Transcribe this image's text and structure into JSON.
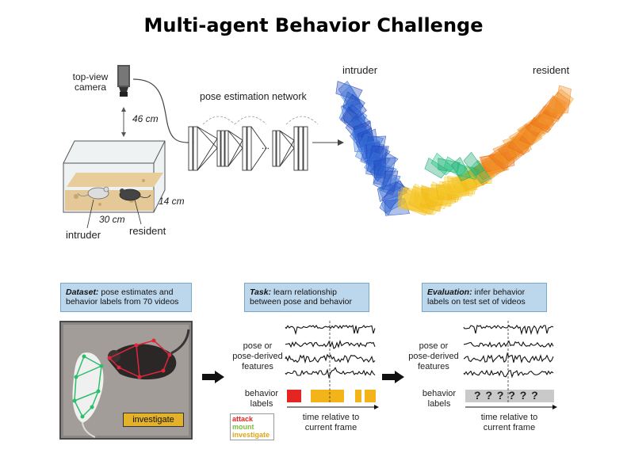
{
  "title": "Multi-agent Behavior Challenge",
  "setup": {
    "camera_label_1": "top-view",
    "camera_label_2": "camera",
    "height": "46 cm",
    "width": "30 cm",
    "depth": "14 cm",
    "intruder": "intruder",
    "resident": "resident",
    "network": "pose estimation network",
    "network_dots": "...",
    "pose_intruder": "intruder",
    "pose_resident": "resident"
  },
  "panels": {
    "dataset": {
      "head": "Dataset:",
      "text": " pose estimates and behavior labels from 70 videos"
    },
    "task": {
      "head": "Task:",
      "text": " learn relationship between pose and behavior"
    },
    "evaluation": {
      "head": "Evaluation:",
      "text": " infer behavior labels on test set of videos"
    }
  },
  "frame_label": "investigate",
  "features_label": {
    "l1": "pose or",
    "l2": "pose-derived",
    "l3": "features"
  },
  "labels_label": {
    "l1": "behavior",
    "l2": "labels"
  },
  "time_label": {
    "l1": "time relative to",
    "l2": "current frame"
  },
  "unknown_labels": "? ? ? ? ? ?",
  "legend": {
    "attack": "attack",
    "mount": "mount",
    "investigate": "investigate"
  },
  "colors": {
    "attack": "#e52521",
    "mount": "#7bbd3a",
    "investigate": "#f2b418",
    "box_fill": "#bcd7ec",
    "intruder_pose": "#2c5fd1",
    "resident_pose": "#f08a1e"
  }
}
